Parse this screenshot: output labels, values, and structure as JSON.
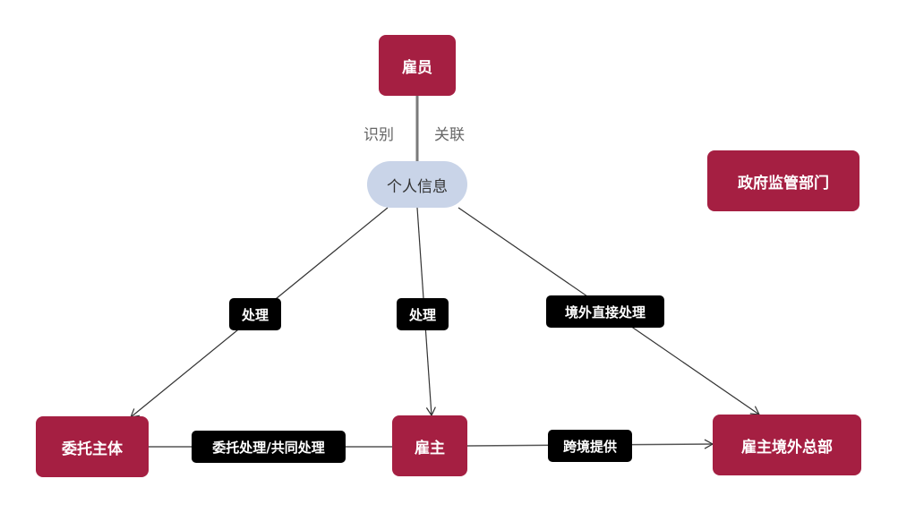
{
  "nodes": {
    "employee": "雇员",
    "personal_info": "个人信息",
    "government": "政府监管部门",
    "entrusted": "委托主体",
    "employer": "雇主",
    "overseas_hq": "雇主境外总部"
  },
  "edge_labels": {
    "identify": "识别",
    "associate": "关联",
    "process_left": "处理",
    "process_center": "处理",
    "overseas_direct": "境外直接处理",
    "entrust_joint": "委托处理/共同处理",
    "cross_border": "跨境提供"
  },
  "colors": {
    "node_fill": "#a51f42",
    "bubble_fill": "#c9d4e8",
    "tag_fill": "#000000",
    "edge": "#333333"
  }
}
